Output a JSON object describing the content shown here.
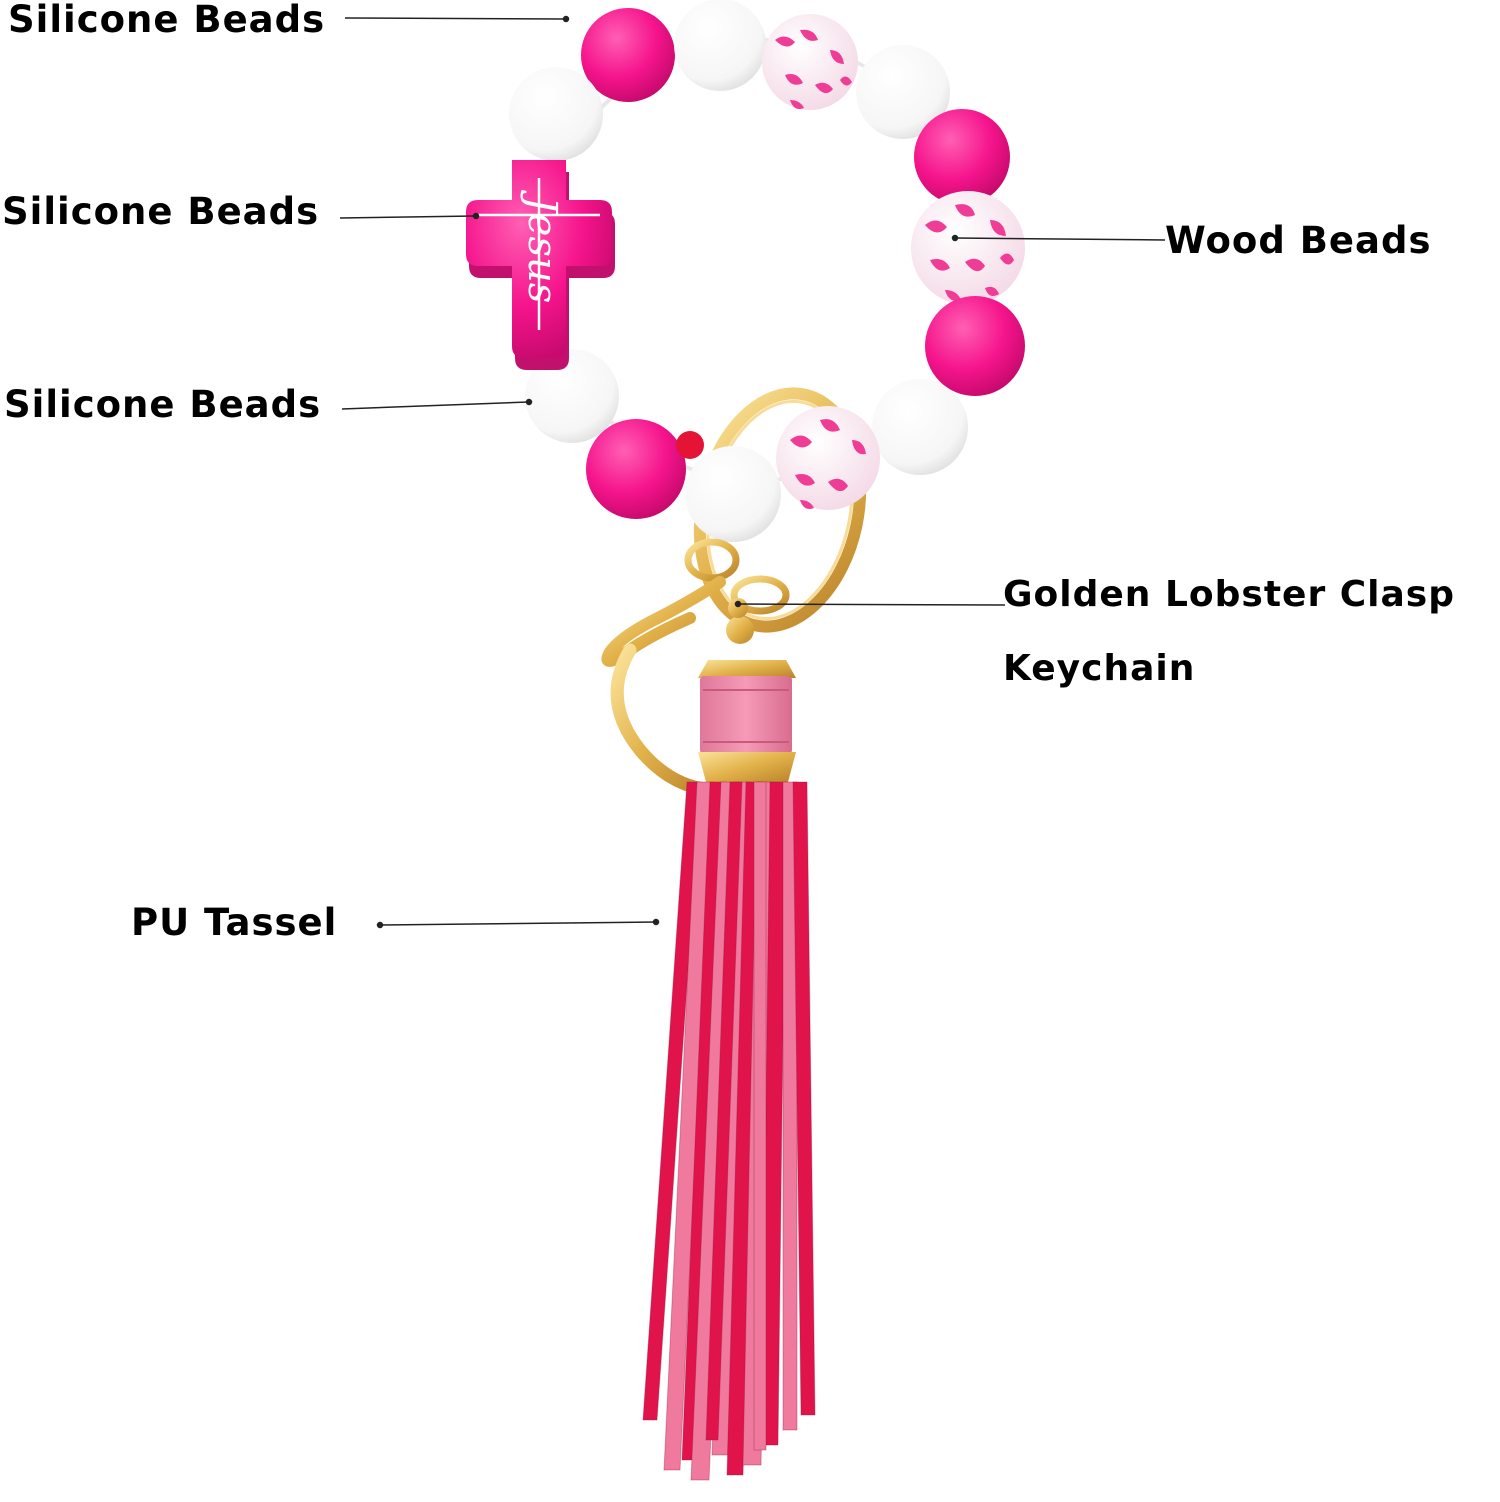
{
  "labels": {
    "silicone_top": "Silicone Beads",
    "silicone_cross": "Silicone Beads",
    "silicone_lower": "Silicone Beads",
    "wood": "Wood Beads",
    "clasp_line1": "Golden Lobster Clasp",
    "clasp_line2": "Keychain",
    "tassel": "PU Tassel"
  },
  "cross_text": "Jesus",
  "colors": {
    "hot_pink": "#f5148c",
    "white_bead": "#ffffff",
    "light_pink": "#f7a0c4",
    "gold": "#e2b24a",
    "tassel_pink": "#f07a9e",
    "tassel_red": "#e0144a",
    "leather_cap": "#ee88a8"
  }
}
